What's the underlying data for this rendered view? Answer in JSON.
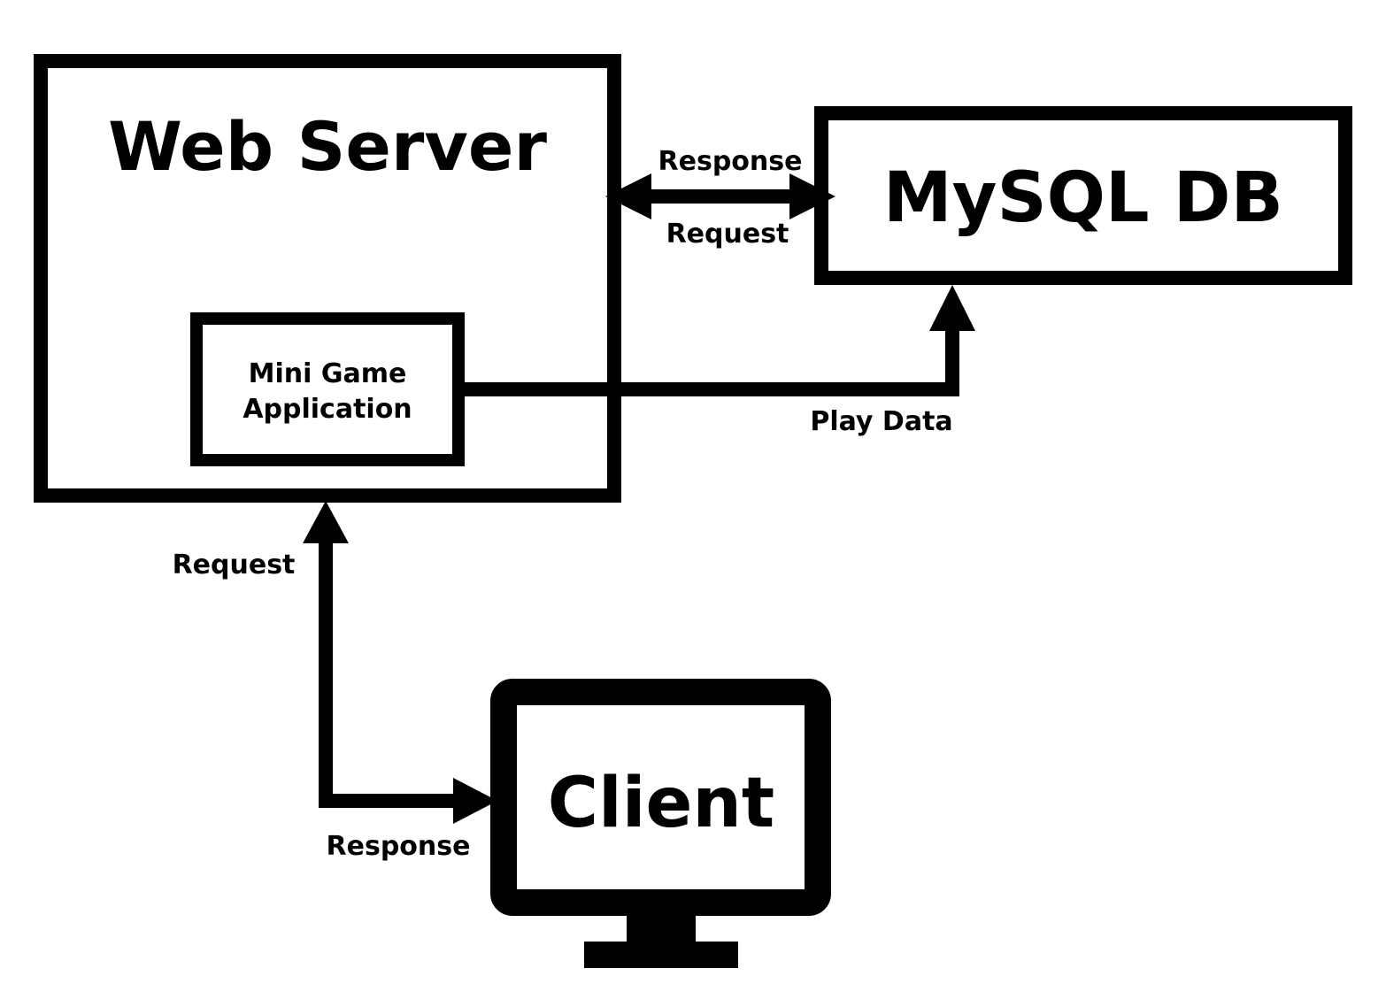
{
  "nodes": {
    "web_server": {
      "label": "Web Server"
    },
    "mysql_db": {
      "label": "MySQL DB"
    },
    "mini_game": {
      "label_line1": "Mini Game",
      "label_line2": "Application"
    },
    "client": {
      "label": "Client"
    }
  },
  "edges": {
    "server_db": {
      "top_label": "Response",
      "bottom_label": "Request"
    },
    "play_data": {
      "label": "Play Data"
    },
    "client_server": {
      "request_label": "Request",
      "response_label": "Response"
    }
  },
  "colors": {
    "stroke": "#000000",
    "background": "#ffffff"
  }
}
